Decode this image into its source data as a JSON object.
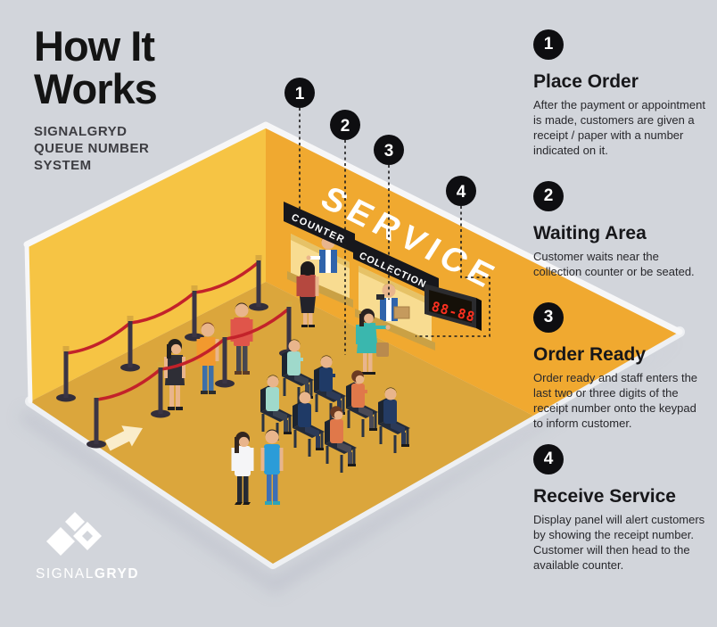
{
  "header": {
    "title_line1": "How It",
    "title_line2": "Works",
    "subtitle_lines": [
      "SIGNALGRYD",
      "QUEUE NUMBER",
      "SYSTEM"
    ]
  },
  "steps": [
    {
      "number": "1",
      "heading": "Place Order",
      "body": "After the payment or appointment is made, customers are given a receipt / paper with a number indicated on it."
    },
    {
      "number": "2",
      "heading": "Waiting Area",
      "body": "Customer waits near the collection counter or be seated."
    },
    {
      "number": "3",
      "heading": "Order Ready",
      "body": "Order ready and staff enters the last two or three digits of the receipt number onto the keypad to inform customer."
    },
    {
      "number": "4",
      "heading": "Receive Service",
      "body": "Display panel will alert customers by showing the receipt number. Customer will then head to the available counter."
    }
  ],
  "illustration": {
    "service_sign": "SERVICE",
    "counter_sign": "COUNTER",
    "collection_sign": "COLLECTION",
    "display_value": "88-88",
    "callout_numbers": [
      "1",
      "2",
      "3",
      "4"
    ]
  },
  "logo": {
    "text_light": "SIGNAL",
    "text_bold": "GRYD"
  },
  "palette": {
    "background": "#d2d5db",
    "wall_left": "#f6c444",
    "wall_right": "#f0a930",
    "floor": "#dba63c",
    "sign_black": "#17171c",
    "led_red": "#ff3020",
    "rope_red": "#c3222a",
    "arrow_cream": "#faedcb",
    "badge_black": "#0e0e11"
  }
}
